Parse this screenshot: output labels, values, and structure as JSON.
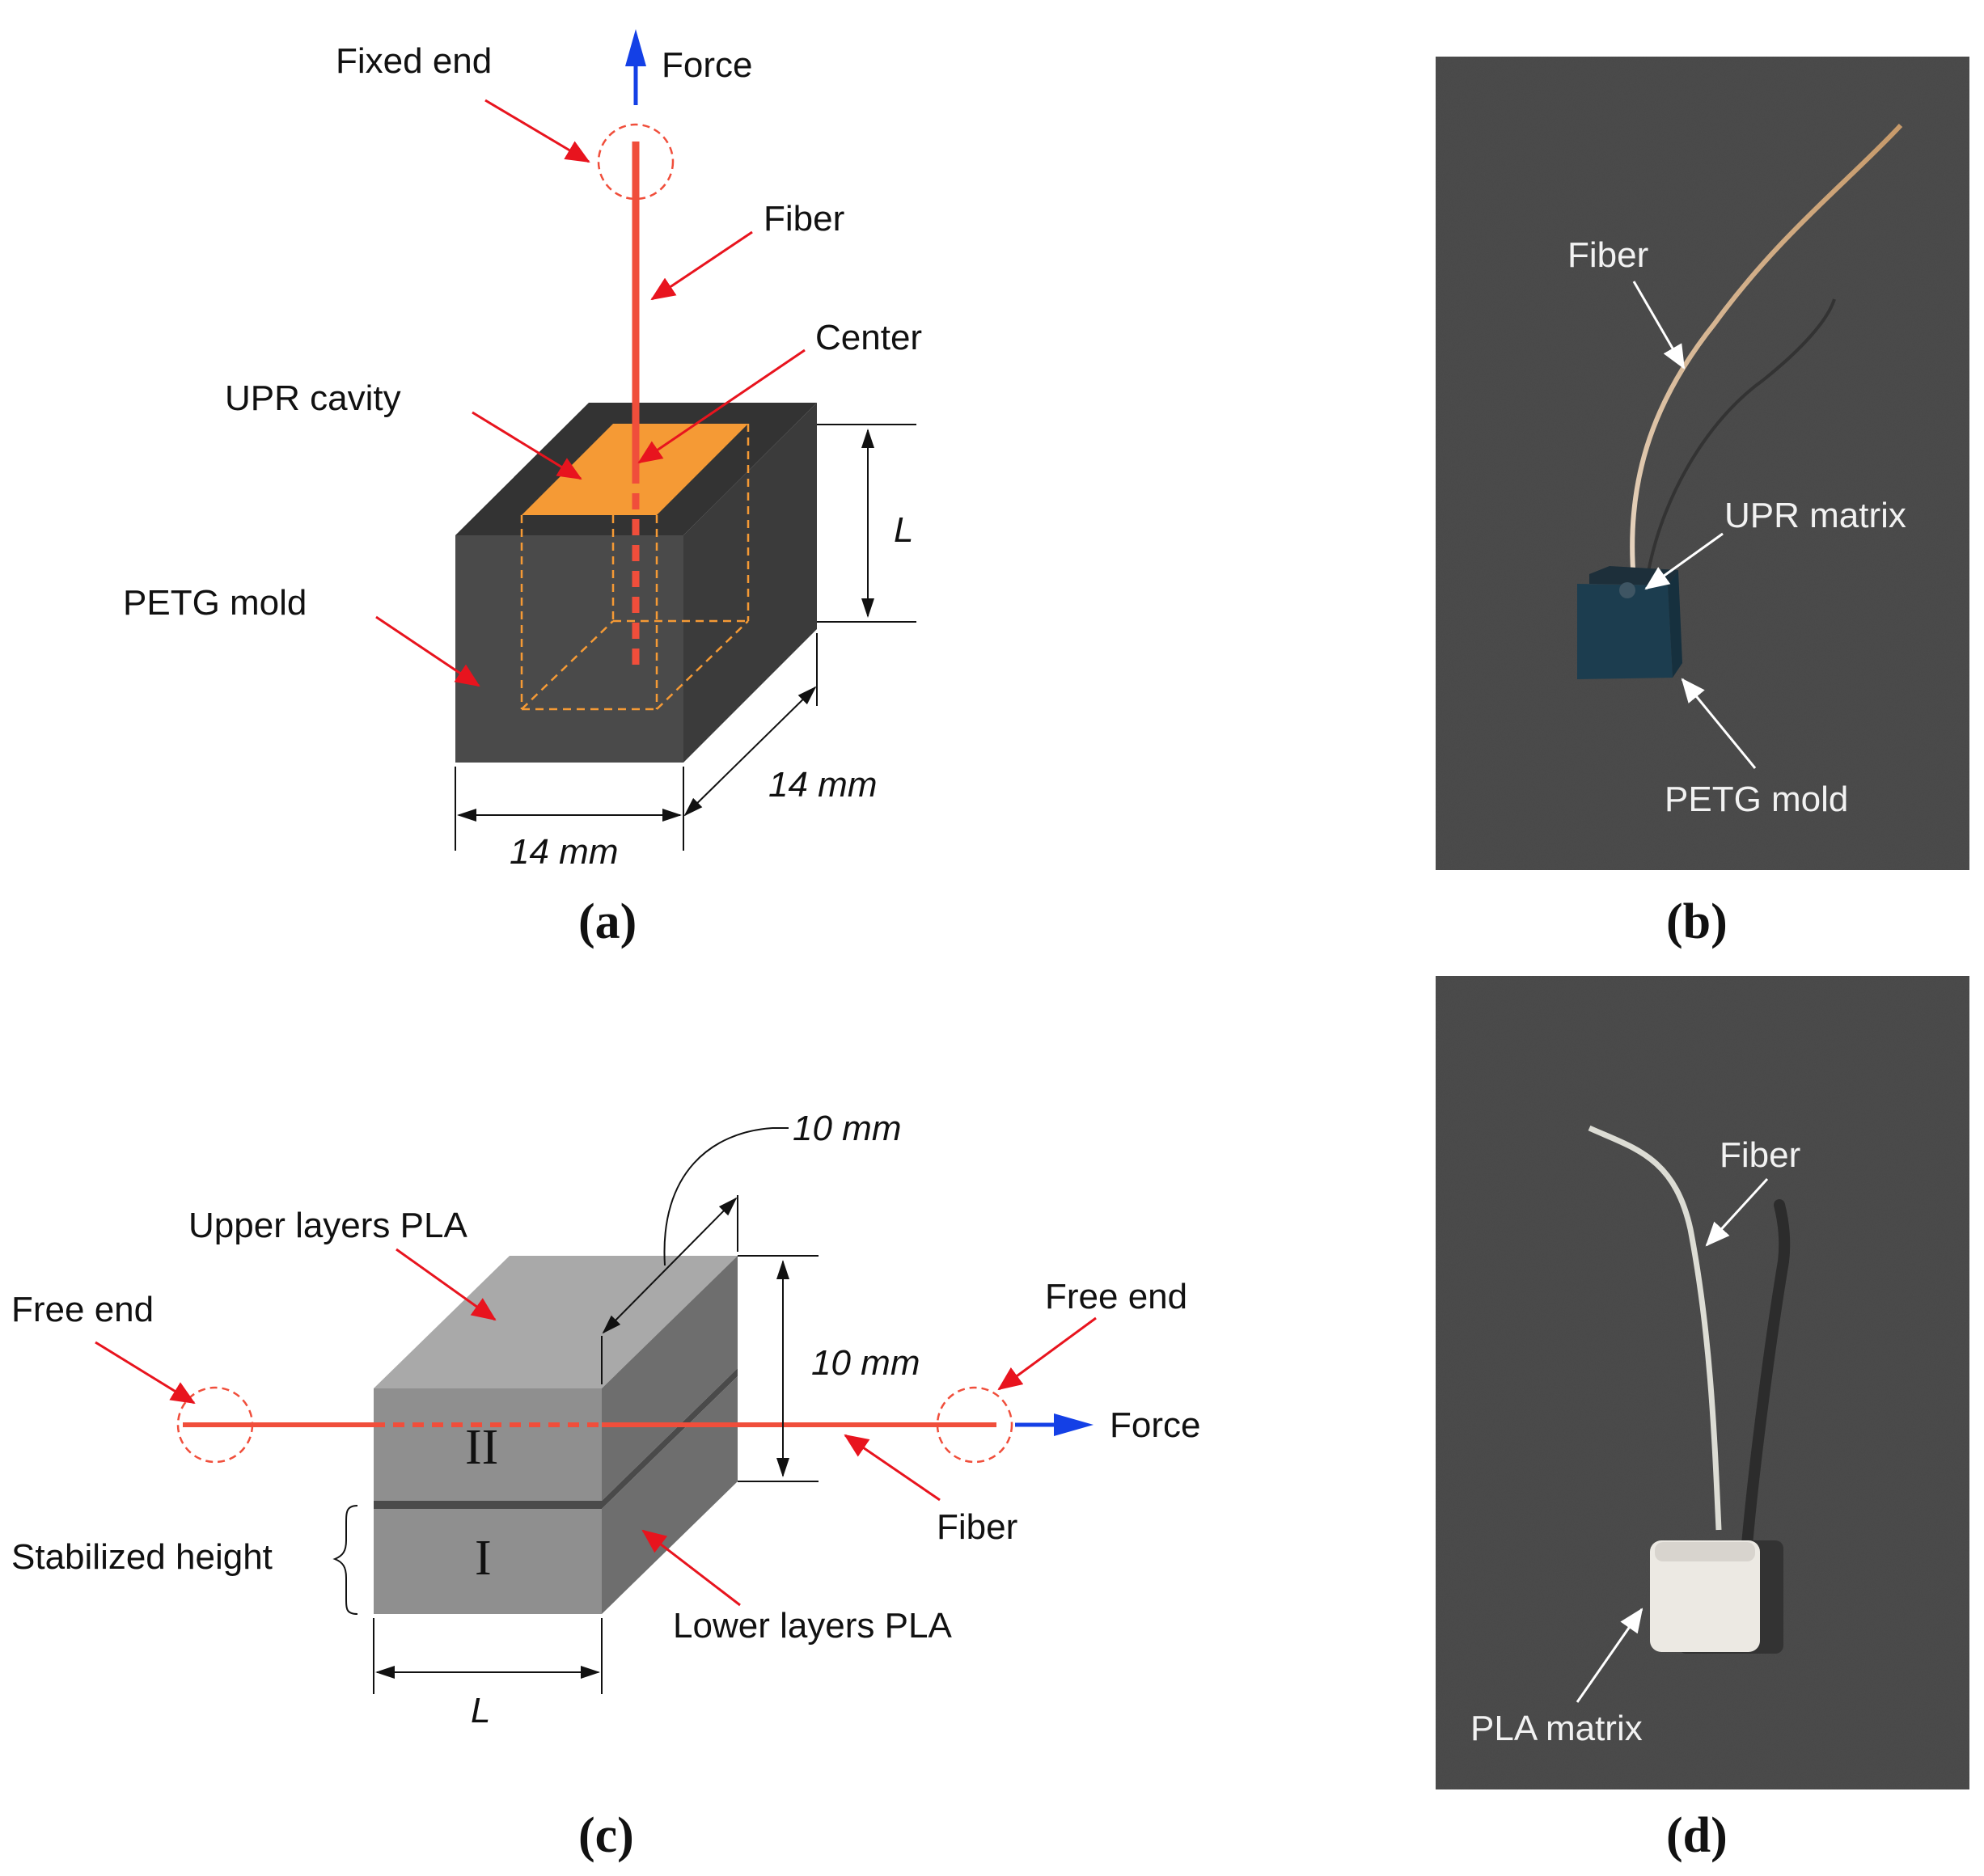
{
  "panel_a": {
    "caption": "(a)",
    "fixed_end": "Fixed end",
    "force": "Force",
    "fiber": "Fiber",
    "center": "Center",
    "upr_cavity": "UPR cavity",
    "petg_mold": "PETG mold",
    "height_label": "L",
    "depth_label": "14 mm",
    "width_label": "14 mm"
  },
  "panel_b": {
    "caption": "(b)",
    "fiber": "Fiber",
    "upr_matrix": "UPR matrix",
    "petg_mold": "PETG mold"
  },
  "panel_c": {
    "caption": "(c)",
    "depth_label": "10 mm",
    "upper_layers": "Upper layers PLA",
    "free_end_left": "Free end",
    "free_end_right": "Free end",
    "height_label": "10 mm",
    "force": "Force",
    "layer_upper": "II",
    "layer_lower": "I",
    "fiber": "Fiber",
    "stabilized_height": "Stabilized height",
    "lower_layers": "Lower layers PLA",
    "length_label": "L"
  },
  "panel_d": {
    "caption": "(d)",
    "fiber": "Fiber",
    "pla_matrix": "PLA matrix"
  },
  "colors": {
    "fiber": "#f04e3b",
    "force_arrow": "#1440e6",
    "pointer_arrow": "#e8141e",
    "cavity": "#f59a35",
    "mold_front": "#4a4a4a",
    "mold_top": "#333333",
    "mold_side": "#3a3a3a",
    "pla_front": "#8f8f8f",
    "pla_top": "#a9a9a9",
    "pla_side": "#6e6e6e",
    "photo_bg": "#4b4b4b"
  }
}
